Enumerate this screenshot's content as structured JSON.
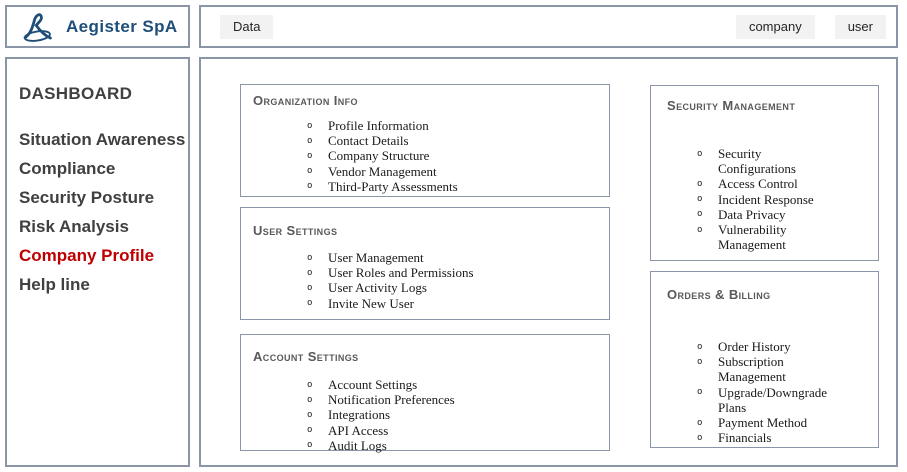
{
  "brand": {
    "name": "Aegister SpA"
  },
  "topbar": {
    "data_label": "Data",
    "company_label": "company",
    "user_label": "user"
  },
  "sidebar": {
    "title": "DASHBOARD",
    "items": [
      {
        "label": "Situation Awareness",
        "active": false
      },
      {
        "label": "Compliance",
        "active": false
      },
      {
        "label": "Security Posture",
        "active": false
      },
      {
        "label": "Risk Analysis",
        "active": false
      },
      {
        "label": "Company Profile",
        "active": true
      },
      {
        "label": "Help line",
        "active": false
      }
    ]
  },
  "panels": {
    "organization": {
      "title": "Organization Info",
      "items": [
        "Profile Information",
        "Contact Details",
        "Company Structure",
        "Vendor Management",
        "Third-Party Assessments"
      ]
    },
    "user_settings": {
      "title": "User Settings",
      "items": [
        "User Management",
        "User Roles and Permissions",
        "User Activity Logs",
        "Invite New User"
      ]
    },
    "account_settings": {
      "title": "Account Settings",
      "items": [
        "Account Settings",
        "Notification Preferences",
        "Integrations",
        "API Access",
        "Audit Logs"
      ]
    },
    "security_management": {
      "title": "Security Management",
      "items": [
        "Security Configurations",
        "Access Control",
        "Incident Response",
        "Data Privacy",
        "Vulnerability Management"
      ]
    },
    "orders_billing": {
      "title": "Orders & Billing",
      "items": [
        "Order History",
        "Subscription Management",
        "Upgrade/Downgrade Plans",
        "Payment Method",
        "Financials"
      ]
    }
  },
  "colors": {
    "brand_blue": "#1F4E79",
    "active_red": "#C00000",
    "border_gray_blue": "#8A95A8",
    "button_bg": "#F2F2F2",
    "panel_title_gray": "#595959",
    "sidebar_text": "#404040"
  }
}
